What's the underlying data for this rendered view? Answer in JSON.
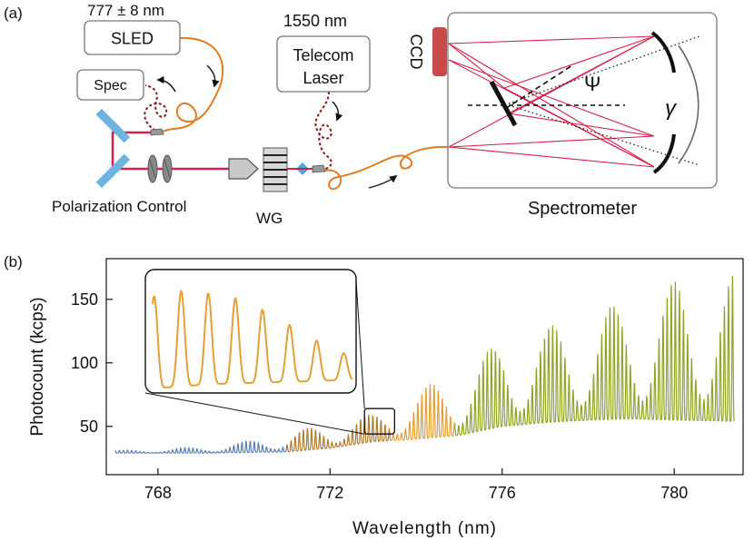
{
  "panels": {
    "a": "(a)",
    "b": "(b)"
  },
  "setup": {
    "sled_wavelength": "777 ± 8 nm",
    "sled": "SLED",
    "spec": "Spec",
    "telecom_wavelength": "1550 nm",
    "telecom_line1": "Telecom",
    "telecom_line2": "Laser",
    "polarization_control": "Polarization Control",
    "waveguide": "WG",
    "ccd": "CCD",
    "psi": "Ψ",
    "gamma": "γ",
    "spectrometer": "Spectrometer"
  },
  "colors": {
    "beam": "#d6204a",
    "fiber": "#e07c22",
    "dashed_fiber": "#8b1a1a",
    "mirror": "#6fb3e0",
    "ccd": "#c94a4a",
    "series_blue": "#5b7fb5",
    "series_brown": "#b07c2e",
    "series_orange": "#e3a037",
    "series_green": "#8ea628"
  },
  "chart_data": {
    "type": "line",
    "xlabel": "Wavelength (nm)",
    "ylabel": "Photocount (kcps)",
    "xlim": [
      766.8,
      781.6
    ],
    "ylim": [
      12,
      182
    ],
    "xticks": [
      768,
      772,
      776,
      780
    ],
    "yticks": [
      50,
      100,
      150
    ],
    "series": [
      {
        "color_key": "series_blue",
        "x_range": [
          767.0,
          771.0
        ]
      },
      {
        "color_key": "series_brown",
        "x_range": [
          771.0,
          773.4
        ]
      },
      {
        "color_key": "series_orange",
        "x_range": [
          773.4,
          774.9
        ]
      },
      {
        "color_key": "series_green",
        "x_range": [
          774.9,
          781.4
        ]
      }
    ],
    "envelope": {
      "lower": [
        [
          767.0,
          29
        ],
        [
          769.0,
          29
        ],
        [
          771.0,
          30
        ],
        [
          772.0,
          33
        ],
        [
          773.0,
          38
        ],
        [
          774.0,
          40
        ],
        [
          775.0,
          43
        ],
        [
          776.0,
          50
        ],
        [
          777.0,
          53
        ],
        [
          778.0,
          55
        ],
        [
          779.0,
          56
        ],
        [
          780.0,
          55
        ],
        [
          781.4,
          54
        ]
      ],
      "upper": [
        [
          767.0,
          31
        ],
        [
          768.0,
          32
        ],
        [
          769.0,
          34
        ],
        [
          770.0,
          38
        ],
        [
          771.0,
          45
        ],
        [
          772.0,
          53
        ],
        [
          773.0,
          60
        ],
        [
          774.0,
          78
        ],
        [
          775.0,
          95
        ],
        [
          776.0,
          118
        ],
        [
          777.0,
          128
        ],
        [
          778.0,
          140
        ],
        [
          779.0,
          150
        ],
        [
          780.0,
          165
        ],
        [
          781.4,
          170
        ]
      ]
    },
    "fringe_period_nm": 0.095,
    "envelope_period_nm": 1.42,
    "envelope_peak_nm": 774.3,
    "zoom": {
      "x_range": [
        772.8,
        773.5
      ]
    }
  }
}
